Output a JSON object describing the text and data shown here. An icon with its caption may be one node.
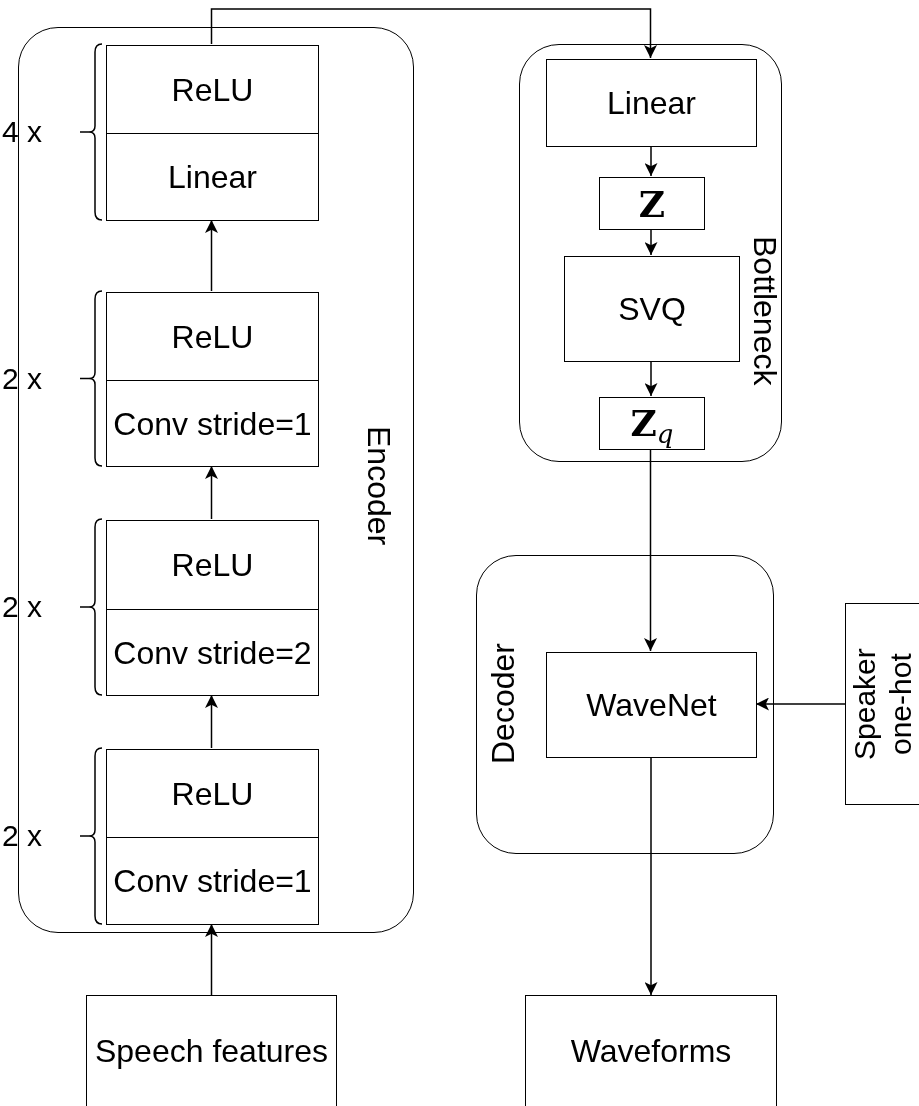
{
  "diagram": {
    "nodes": [
      {
        "text": [
          "Encoder"
        ]
      },
      {
        "text": [
          "ReLU"
        ],
        "in": 0
      },
      {
        "text": [
          "Linear"
        ],
        "in": 0
      },
      {
        "text": [
          "ReLU"
        ],
        "in": 0
      },
      {
        "text": [
          "Conv stride=1"
        ],
        "in": 0
      },
      {
        "text": [
          "ReLU"
        ],
        "in": 0
      },
      {
        "text": [
          "Conv stride=2"
        ],
        "in": 0
      },
      {
        "text": [
          "ReLU"
        ],
        "in": 0
      },
      {
        "text": [
          "Conv stride=1"
        ],
        "in": 0
      },
      {
        "text": [
          "Bottleneck"
        ]
      },
      {
        "text": [
          "Linear"
        ],
        "in": 9
      },
      {
        "text": [
          "Z"
        ],
        "in": 9
      },
      {
        "text": [
          "SVQ"
        ],
        "in": 9
      },
      {
        "text": [
          "**Z**$_{q}$"
        ],
        "in": 9
      },
      {
        "text": [
          "Decoder"
        ]
      },
      {
        "text": [
          "WaveNet"
        ],
        "in": 14
      },
      {
        "text": [
          "Speaker one-hot"
        ]
      },
      {
        "text": [
          "Speech features"
        ]
      },
      {
        "text": [
          "Waveforms"
        ]
      }
    ],
    "edges": [
      {
        "from": 17,
        "to": 8,
        "arrow": "to"
      },
      {
        "from": 7,
        "to": 6,
        "arrow": "to"
      },
      {
        "from": 5,
        "to": 4,
        "arrow": "to"
      },
      {
        "from": 3,
        "to": 2,
        "arrow": "to"
      },
      {
        "from": 1,
        "to": 10,
        "arrow": "to"
      },
      {
        "from": 10,
        "to": 11,
        "arrow": "to"
      },
      {
        "from": 11,
        "to": 12,
        "arrow": "to"
      },
      {
        "from": 12,
        "to": 13,
        "arrow": "to"
      },
      {
        "from": 13,
        "to": 15,
        "arrow": "to"
      },
      {
        "from": 16,
        "to": 15,
        "arrow": "to"
      },
      {
        "from": 15,
        "to": 18,
        "arrow": "to"
      }
    ],
    "labels": [
      "4 x",
      "2 x",
      "2 x",
      "2 x"
    ]
  }
}
